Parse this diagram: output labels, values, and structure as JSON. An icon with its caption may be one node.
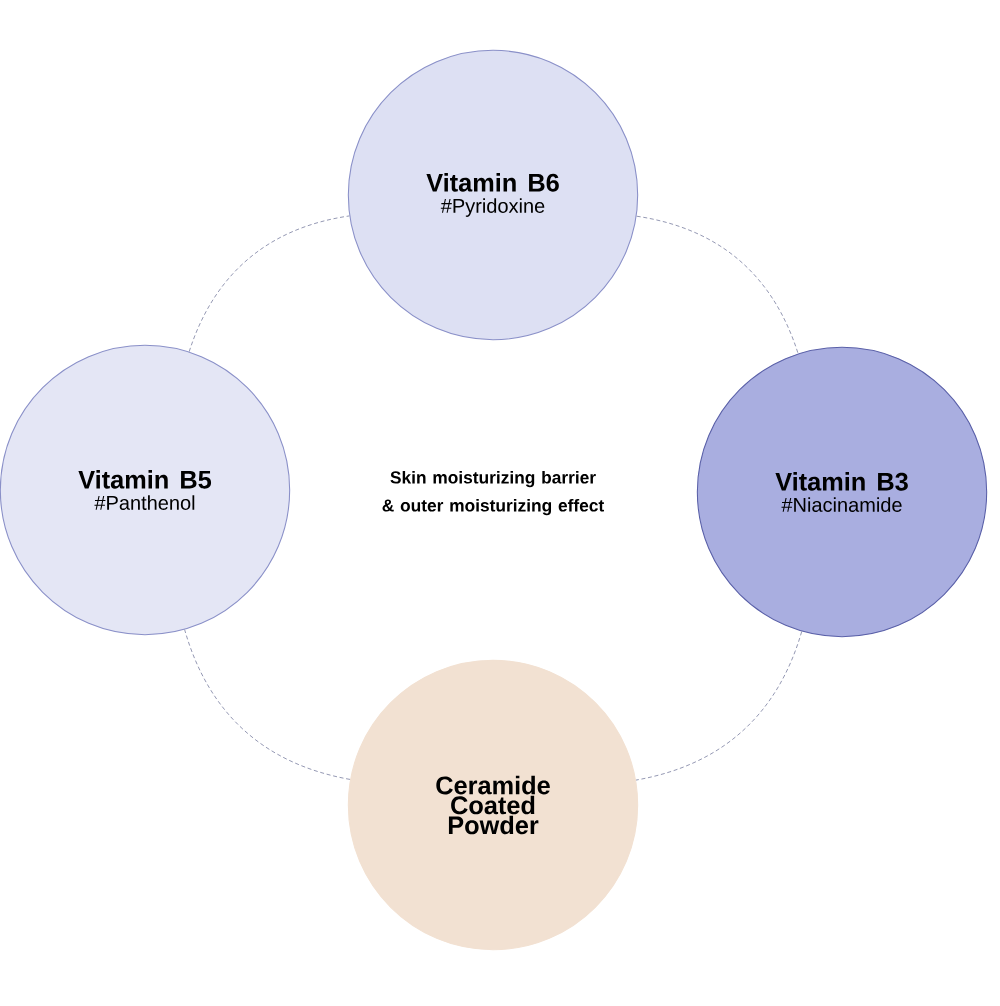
{
  "diagram": {
    "nodes": [
      {
        "text": [
          "Vitamin B6",
          "#Pyridoxine"
        ]
      },
      {
        "text": [
          "Vitamin B5",
          "#Panthenol"
        ]
      },
      {
        "text": [
          "Vitamin B3",
          "#Niacinamide"
        ]
      },
      {
        "text": [
          "Ceramide Coated Powder"
        ]
      }
    ],
    "edges": [
      {
        "from": 0,
        "to": 2,
        "arrow": "none",
        "style": "dashed"
      },
      {
        "from": 2,
        "to": 3,
        "arrow": "none",
        "style": "dashed"
      },
      {
        "from": 3,
        "to": 1,
        "arrow": "none",
        "style": "dashed"
      },
      {
        "from": 1,
        "to": 0,
        "arrow": "none",
        "style": "dashed"
      }
    ],
    "labels": [
      "Skin moisturizing barrier & outer moisturizing effect"
    ]
  }
}
